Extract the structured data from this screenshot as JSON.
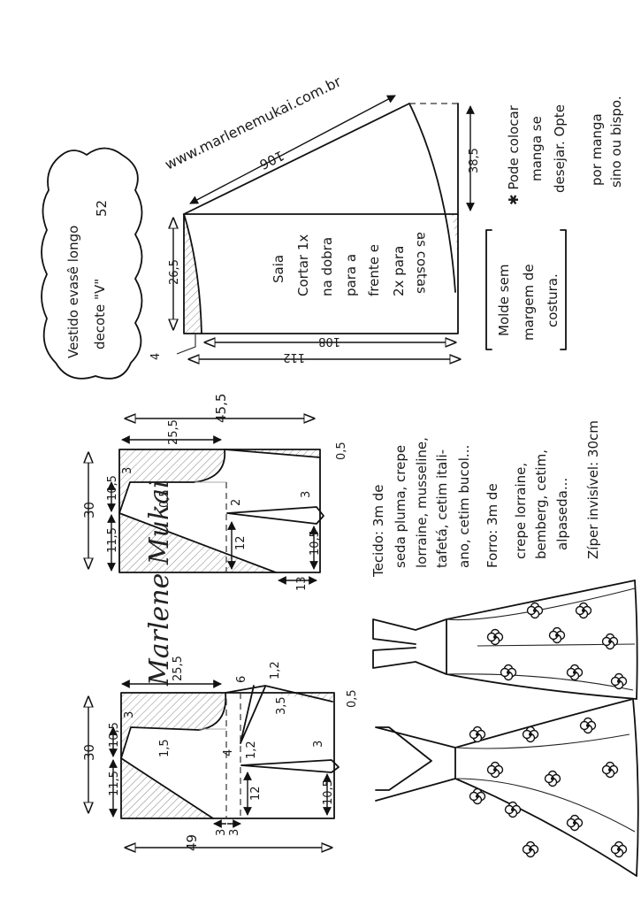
{
  "title": {
    "line1": "Vestido evasê longo",
    "line2": "decote \"V\"",
    "size": "52"
  },
  "website": "www.marlenemukai.com.br",
  "skirt": {
    "label_lines": [
      "Saia",
      "Cortar 1x",
      "na dobra",
      "para a",
      "frente e",
      "2x para",
      "as costas"
    ],
    "dims": {
      "diagonal": "106",
      "right": "38,5",
      "left": "26,5",
      "inner_width": "108",
      "outer_width": "112",
      "corner": "4"
    }
  },
  "notes": {
    "seam": [
      "Molde sem",
      "margem de",
      "costura."
    ],
    "sleeve": [
      "✱ Pode colocar",
      "manga se",
      "desejar. Opte",
      "por manga",
      "sino ou bispo."
    ]
  },
  "fabric": {
    "lines": [
      "Tecido: 3m de",
      "seda pluma, crepe",
      "lorraine, musseline,",
      "tafetá, cetim itali-",
      "ano, cetim bucol...",
      "Forro: 3m de",
      "crepe lorraine,",
      "bemberg, cetim,",
      "alpaseda...",
      "Zíper invisível: 30cm"
    ]
  },
  "back_bodice": {
    "dims": {
      "total_width": "45,5",
      "shoulder_width": "25,5",
      "height": "30",
      "neck_drop": "3",
      "armhole": "10,5",
      "lower": "11,5",
      "neck_curve": "0,5",
      "side": "0,5",
      "dart_width": "2",
      "dart_tip": "3",
      "dart_length": "12",
      "waist_side": "10,5",
      "hem": "13"
    }
  },
  "front_bodice": {
    "dims": {
      "total_width": "49",
      "shoulder_width": "25,5",
      "shoulder_dart": "6",
      "dart_top": "1,2",
      "dart_angle": "3,5",
      "side": "0,5",
      "height": "30",
      "neck_drop": "3",
      "armhole": "10,5",
      "lower": "11,5",
      "neck_curve": "1,5",
      "dart_offset": "4",
      "dart_width": "1,2",
      "dart_tip": "3",
      "dart_length": "12",
      "waist_side": "10,5",
      "gap1": "3",
      "gap2": "3"
    }
  },
  "signature": "Marlene Mukai"
}
